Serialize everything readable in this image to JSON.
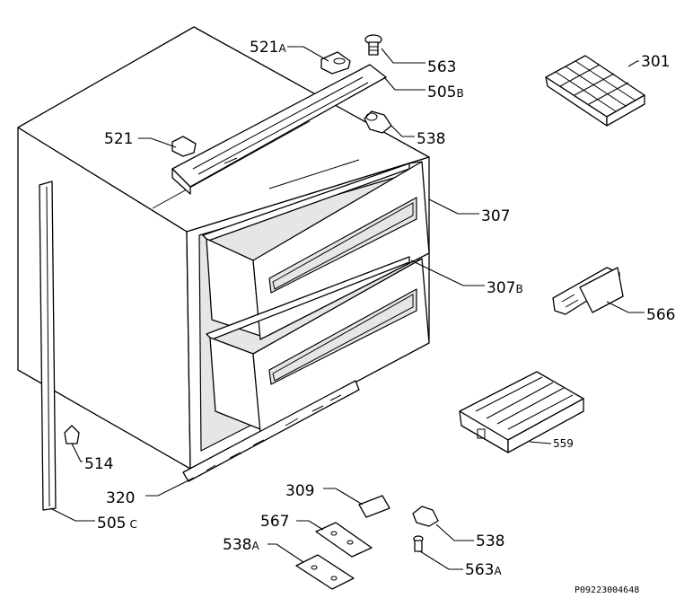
{
  "labels": {
    "l521a": {
      "main": "521",
      "suffix": "A"
    },
    "l563": {
      "main": "563",
      "suffix": ""
    },
    "l505b": {
      "main": "505",
      "suffix": "B"
    },
    "l301": {
      "main": "301",
      "suffix": ""
    },
    "l521": {
      "main": "521",
      "suffix": ""
    },
    "l538top": {
      "main": "538",
      "suffix": ""
    },
    "l307": {
      "main": "307",
      "suffix": ""
    },
    "l307b": {
      "main": "307",
      "suffix": "B"
    },
    "l566": {
      "main": "566",
      "suffix": ""
    },
    "l559": {
      "main": "559",
      "suffix": ""
    },
    "l514": {
      "main": "514",
      "suffix": ""
    },
    "l320": {
      "main": "320",
      "suffix": ""
    },
    "l309": {
      "main": "309",
      "suffix": ""
    },
    "l505c": {
      "main": "505",
      "suffix": "C"
    },
    "l567": {
      "main": "567",
      "suffix": ""
    },
    "l538bot": {
      "main": "538",
      "suffix": ""
    },
    "l538a": {
      "main": "538",
      "suffix": "A"
    },
    "l563a": {
      "main": "563",
      "suffix": "A"
    }
  },
  "drawing_code": "P09223004648"
}
